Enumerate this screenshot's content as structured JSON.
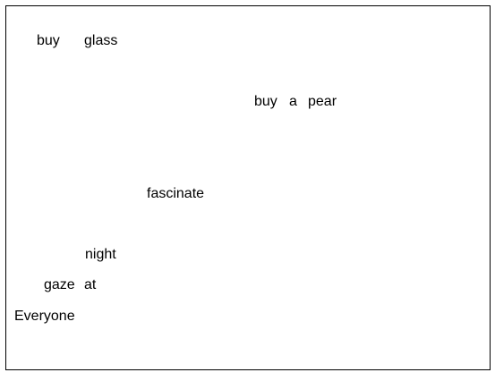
{
  "words": {
    "buy_1": "buy",
    "glass": "glass",
    "buy_2": "buy",
    "a": "a",
    "pear": "pear",
    "fascinate": "fascinate",
    "night": "night",
    "gaze": "gaze",
    "at": "at",
    "everyone": "Everyone"
  },
  "colors": {
    "text": "#000000",
    "border": "#000000",
    "background": "#ffffff"
  }
}
